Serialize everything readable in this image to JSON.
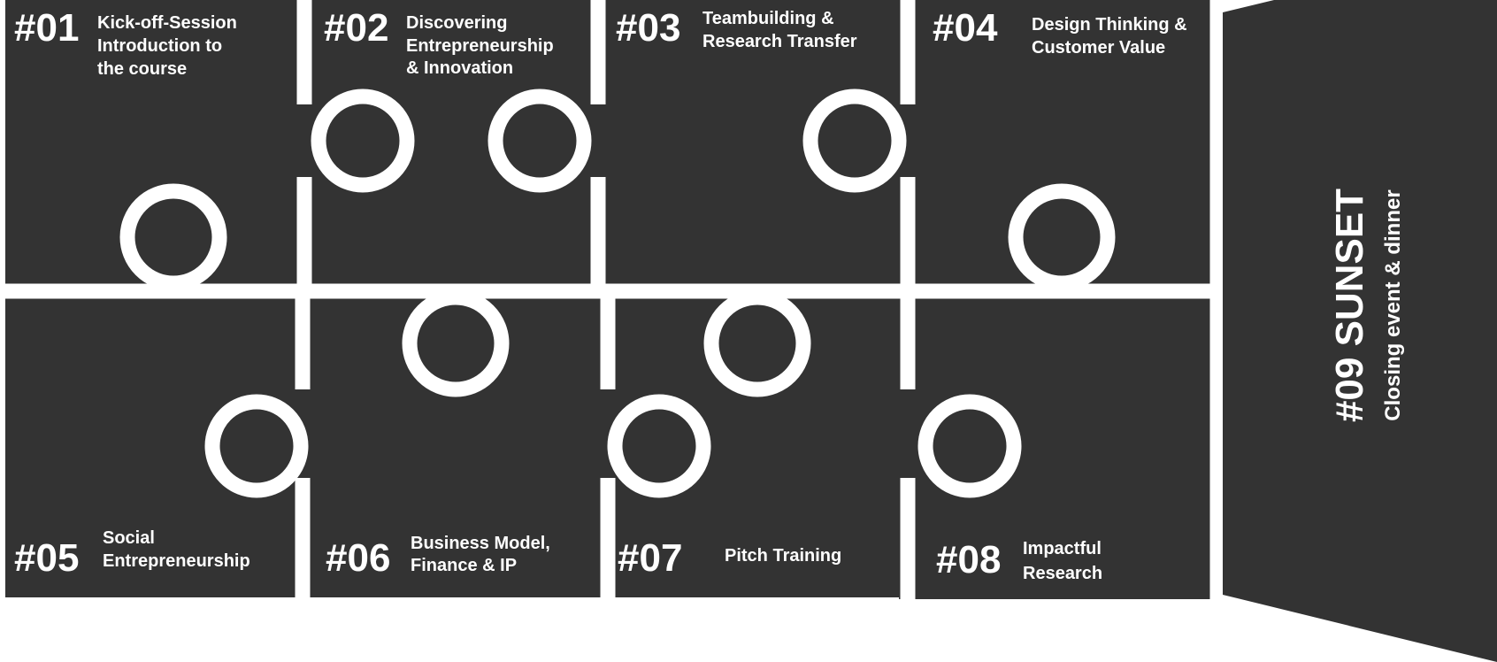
{
  "colors": {
    "tile": "#333333",
    "gap": "#ffffff",
    "text": "#ffffff"
  },
  "sessions": [
    {
      "number": "#01",
      "title": [
        "Kick-off-Session",
        "Introduction to",
        "the course"
      ]
    },
    {
      "number": "#02",
      "title": [
        "Discovering",
        "Entrepreneurship",
        "& Innovation"
      ]
    },
    {
      "number": "#03",
      "title": [
        "Teambuilding &",
        "Research Transfer"
      ]
    },
    {
      "number": "#04",
      "title": [
        "Design Thinking &",
        "Customer Value"
      ]
    },
    {
      "number": "#05",
      "title": [
        "Social",
        "Entrepreneurship"
      ]
    },
    {
      "number": "#06",
      "title": [
        "Business Model,",
        "Finance & IP"
      ]
    },
    {
      "number": "#07",
      "title": [
        "Pitch Training"
      ]
    },
    {
      "number": "#08",
      "title": [
        "Impactful",
        "Research"
      ]
    }
  ],
  "finale": {
    "heading": "#09 SUNSET",
    "subheading": "Closing event & dinner"
  }
}
